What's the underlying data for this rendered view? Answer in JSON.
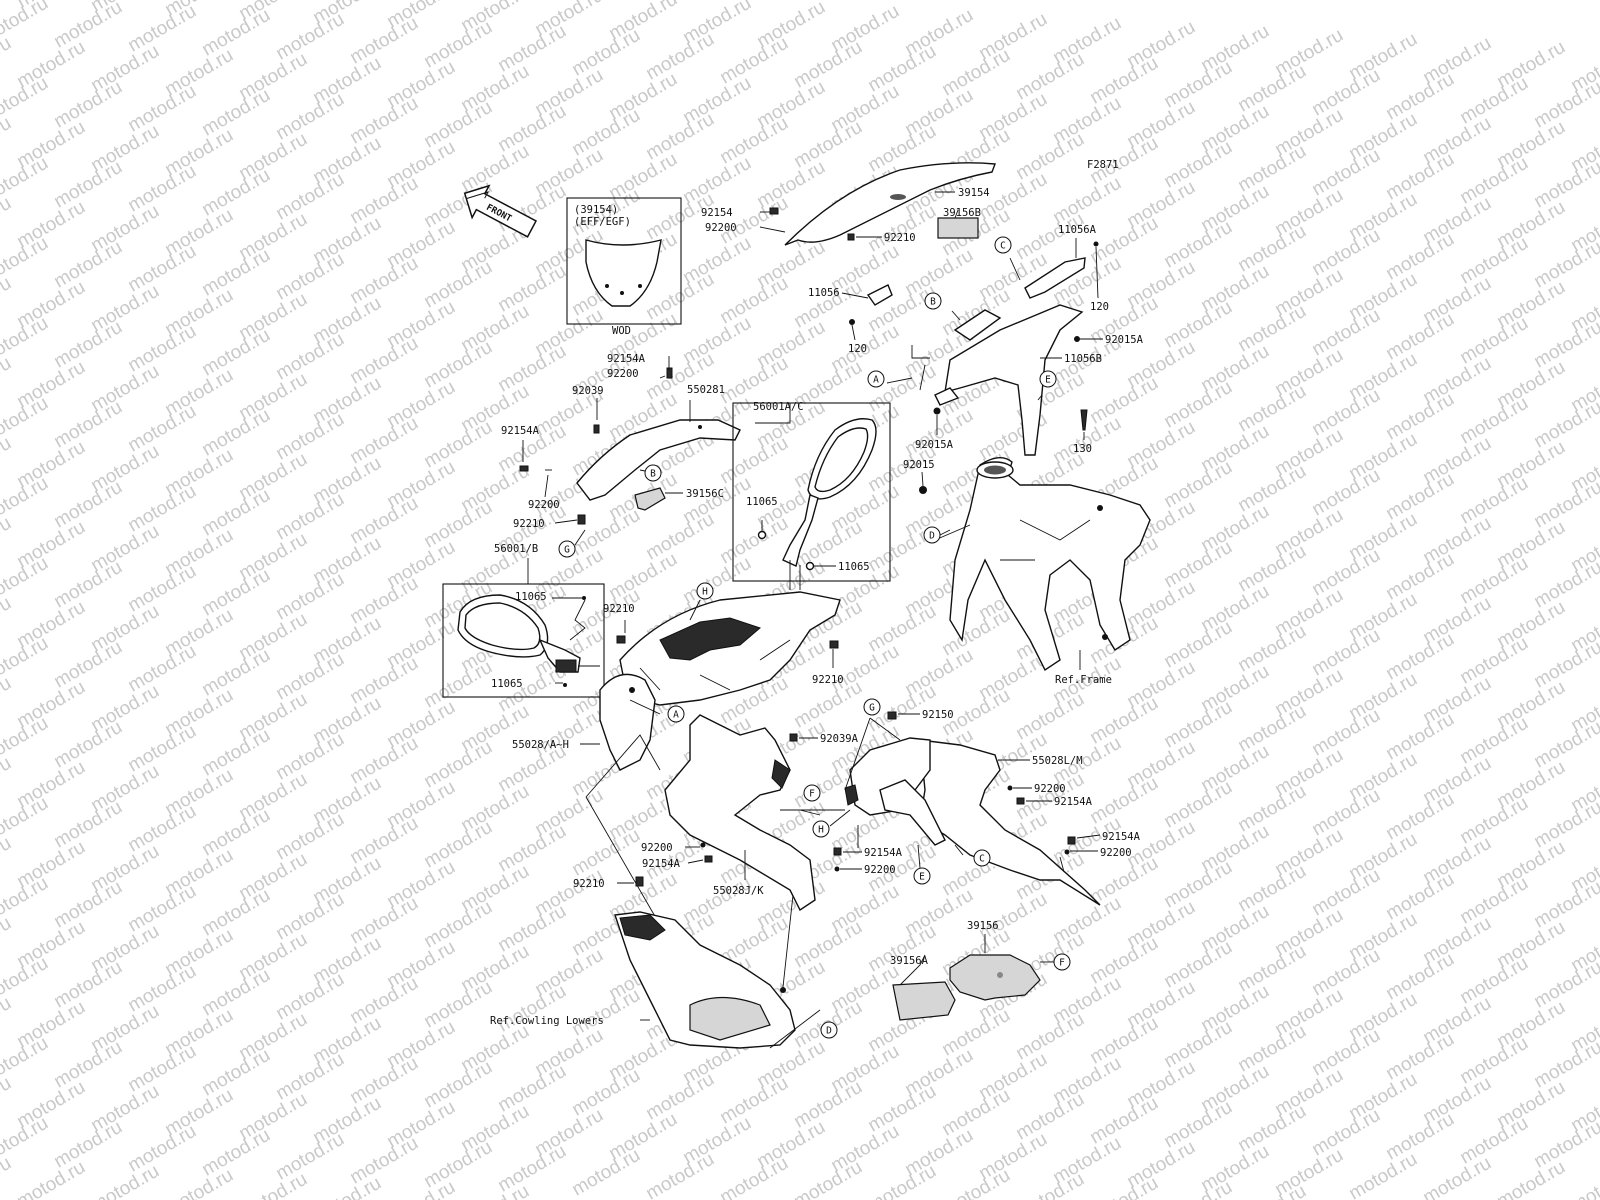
{
  "diagram_code": "F2871",
  "watermark_text": "motod.ru",
  "front_arrow": "FRONT",
  "inset_windshield": {
    "part": "(39154)",
    "models": "(EFF/EGF)",
    "variant": "WOD"
  },
  "parts": {
    "p39154": "39154",
    "p39156B": "39156B",
    "p92154": "92154",
    "p92200_top": "92200",
    "p92210_top": "92210",
    "p11056": "11056",
    "p120_left": "120",
    "p11056A": "11056A",
    "p120_right": "120",
    "p92015A_right": "92015A",
    "p11056B": "11056B",
    "p92015A_mid": "92015A",
    "p130": "130",
    "p92015": "92015",
    "p92154A_a": "92154A",
    "p92200_a": "92200",
    "p92039": "92039",
    "p550281": "550281",
    "p92154A_b": "92154A",
    "p92200_b": "92200",
    "p92210_b": "92210",
    "p39156C": "39156C",
    "p56001AC": "56001A/C",
    "p11065_a": "11065",
    "p11065_b": "11065",
    "p56001B": "56001/B",
    "p11065_c": "11065",
    "p11065_d": "11065",
    "p92210_c": "92210",
    "p92210_d": "92210",
    "p55028AH": "55028/A~H",
    "ref_frame": "Ref.Frame",
    "p92150": "92150",
    "p92039A": "92039A",
    "p55028LM": "55028L/M",
    "p92200_e": "92200",
    "p92154A_e": "92154A",
    "p92154A_f": "92154A",
    "p92200_f": "92200",
    "p92154A_g": "92154A",
    "p92200_g": "92200",
    "p92200_h": "92200",
    "p92154A_h": "92154A",
    "p55028JK": "55028J/K",
    "p92210_e": "92210",
    "p39156": "39156",
    "p39156A": "39156A",
    "ref_cowling_lowers": "Ref.Cowling Lowers"
  },
  "callouts": {
    "A1": "A",
    "A2": "A",
    "B1": "B",
    "B2": "B",
    "C1": "C",
    "C2": "C",
    "D1": "D",
    "D2": "D",
    "E1": "E",
    "E2": "E",
    "F1": "F",
    "F2": "F",
    "G1": "G",
    "G2": "G",
    "H1": "H",
    "H2": "H"
  }
}
